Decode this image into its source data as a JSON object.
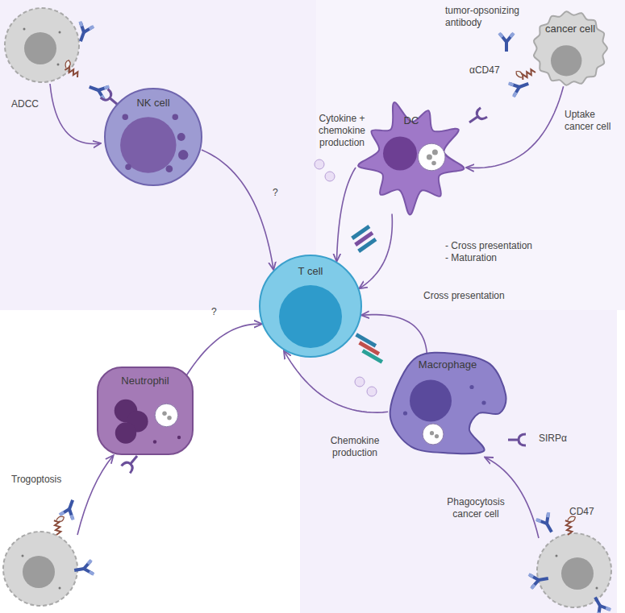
{
  "diagram": {
    "nodes": [
      {
        "text": [
          "NK cell"
        ]
      },
      {
        "text": [
          "cancer cell"
        ]
      },
      {
        "text": [
          "DC"
        ]
      },
      {
        "text": [
          "T cell"
        ]
      },
      {
        "text": [
          "Neutrophil"
        ]
      },
      {
        "text": [
          "Macrophage"
        ]
      }
    ],
    "edges": [
      {
        "from": 0,
        "to": 3,
        "label": "?",
        "arrow": "to"
      },
      {
        "from": 1,
        "to": 2,
        "label": "Uptake cancer cell",
        "arrow": "to"
      },
      {
        "from": 2,
        "to": 3,
        "label": "Cytokine + chemokine production",
        "arrow": "to"
      },
      {
        "from": 2,
        "to": 3,
        "label": "- Cross presentation - Maturation",
        "arrow": "to"
      },
      {
        "from": 4,
        "to": 3,
        "label": "?",
        "arrow": "to"
      },
      {
        "from": 5,
        "to": 3,
        "label": "Cross presentation",
        "arrow": "to"
      },
      {
        "from": 5,
        "to": 3,
        "label": "Chemokine production",
        "arrow": "to"
      }
    ],
    "labels": [
      "tumor-opsonizing antibody",
      "αCD47",
      "ADCC",
      "Trogoptosis",
      "SIRPα",
      "CD47",
      "Phagocytosis cancer cell"
    ]
  }
}
